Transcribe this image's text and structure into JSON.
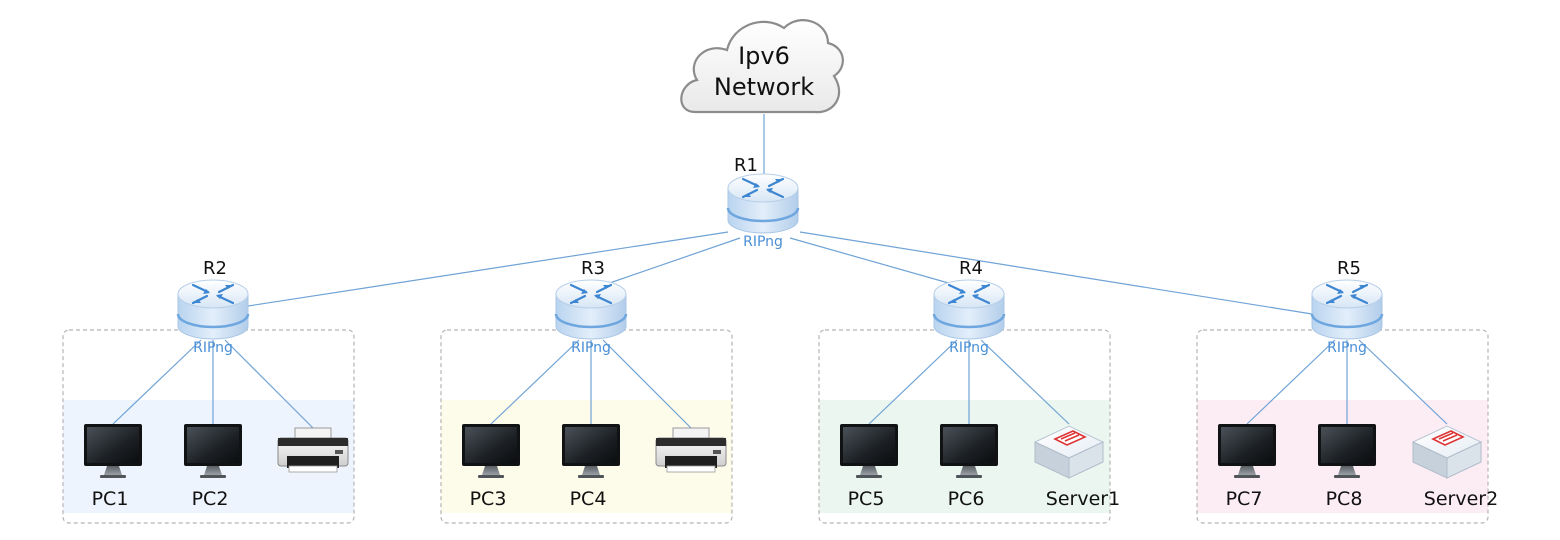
{
  "cloud": {
    "line1": "Ipv6",
    "line2": "Network"
  },
  "protocol": "RIPng",
  "core_router": {
    "name": "R1"
  },
  "colors": {
    "link": "#6fa3d6",
    "router_blue": "#5b9bdc",
    "group_1": "#eef4fd",
    "group_2": "#fdfbe9",
    "group_3": "#eaf6ef",
    "group_4": "#fcecf4"
  },
  "groups": [
    {
      "router": "R2",
      "devices": [
        {
          "type": "pc",
          "label": "PC1"
        },
        {
          "type": "pc",
          "label": "PC2"
        },
        {
          "type": "printer",
          "label": ""
        }
      ]
    },
    {
      "router": "R3",
      "devices": [
        {
          "type": "pc",
          "label": "PC3"
        },
        {
          "type": "pc",
          "label": "PC4"
        },
        {
          "type": "printer",
          "label": ""
        }
      ]
    },
    {
      "router": "R4",
      "devices": [
        {
          "type": "pc",
          "label": "PC5"
        },
        {
          "type": "pc",
          "label": "PC6"
        },
        {
          "type": "server",
          "label": "Server1"
        }
      ]
    },
    {
      "router": "R5",
      "devices": [
        {
          "type": "pc",
          "label": "PC7"
        },
        {
          "type": "pc",
          "label": "PC8"
        },
        {
          "type": "server",
          "label": "Server2"
        }
      ]
    }
  ]
}
